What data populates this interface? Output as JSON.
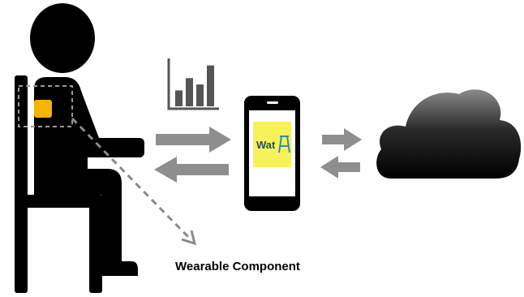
{
  "caption": {
    "wearable": "Wearable Component"
  },
  "app": {
    "name": "Wat"
  },
  "colors": {
    "figure": "#000000",
    "sensor": "#f5b400",
    "arrow": "#8e8e8e",
    "dashed": "#8a8a8a",
    "chart": "#555555",
    "app_bg": "#f7f25a",
    "app_text": "#1d4f63",
    "cloud_top": "#8a8a8a",
    "cloud_bottom": "#000000"
  },
  "chart": {
    "bars": [
      0.35,
      0.62,
      0.48,
      0.9
    ]
  },
  "icons": [
    "person-seated-icon",
    "bar-chart-icon",
    "smartphone-icon",
    "cloud-icon",
    "wearable-sensor-icon"
  ]
}
